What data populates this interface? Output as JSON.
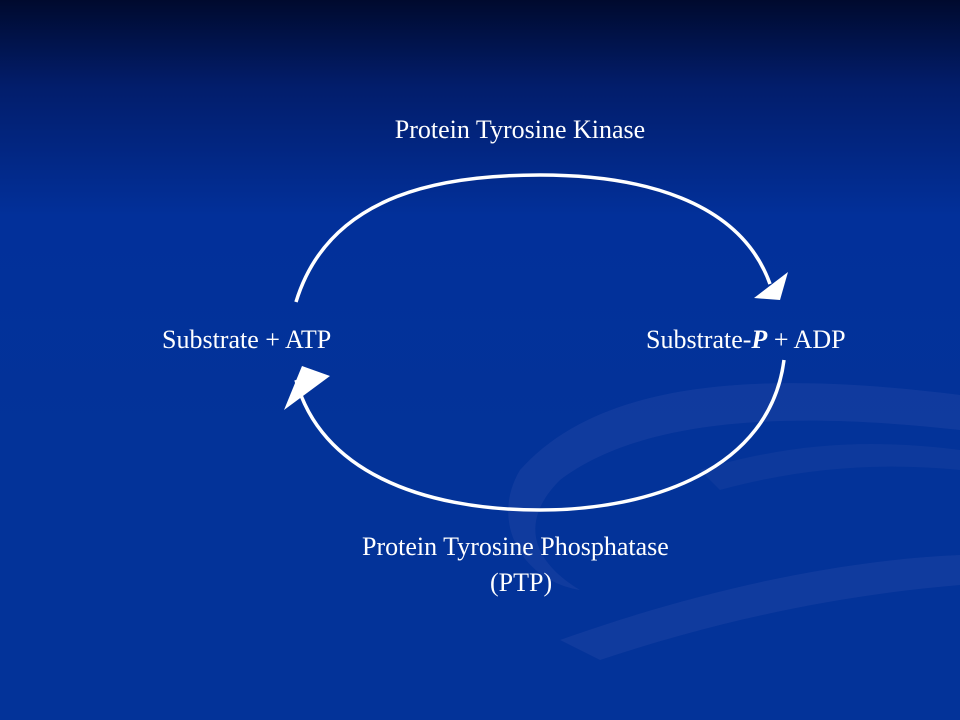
{
  "slide": {
    "background_color": "#033399",
    "line_color": "#ffffff"
  },
  "diagram": {
    "enzyme_top": "Protein Tyrosine Kinase",
    "left_node": "Substrate + ATP",
    "right_node": {
      "prefix": "Substrate-",
      "emphasis": "P",
      "suffix": " + ADP"
    },
    "enzyme_bottom_line1": "Protein Tyrosine Phosphatase",
    "enzyme_bottom_line2": "(PTP)"
  }
}
